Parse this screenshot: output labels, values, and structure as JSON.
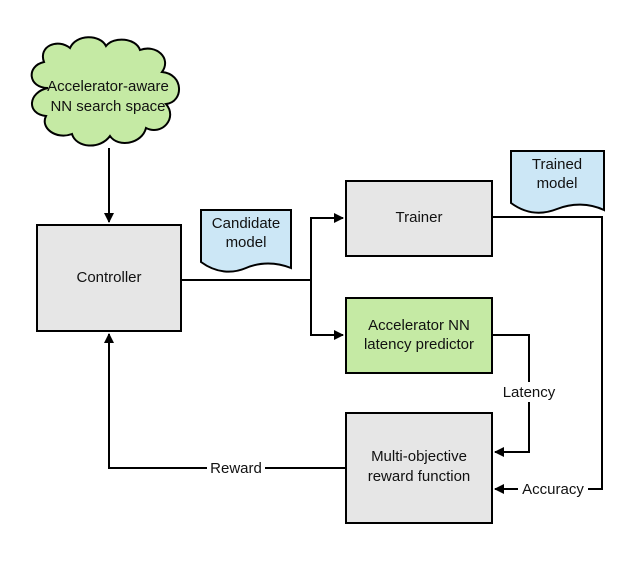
{
  "nodes": {
    "search_space": {
      "line1": "Accelerator-aware",
      "line2": "NN search space"
    },
    "controller": {
      "label": "Controller"
    },
    "candidate_model": {
      "line1": "Candidate",
      "line2": "model"
    },
    "trainer": {
      "label": "Trainer"
    },
    "trained_model": {
      "line1": "Trained",
      "line2": "model"
    },
    "latency_predictor": {
      "line1": "Accelerator NN",
      "line2": "latency predictor"
    },
    "reward_function": {
      "line1": "Multi-objective",
      "line2": "reward function"
    }
  },
  "edges": {
    "latency": "Latency",
    "accuracy": "Accuracy",
    "reward": "Reward"
  },
  "colors": {
    "cloud_fill": "#c5eaa4",
    "box_fill": "#e6e6e6",
    "predictor_fill": "#c5eaa4",
    "doc_fill": "#cce7f6",
    "stroke": "#000000"
  }
}
